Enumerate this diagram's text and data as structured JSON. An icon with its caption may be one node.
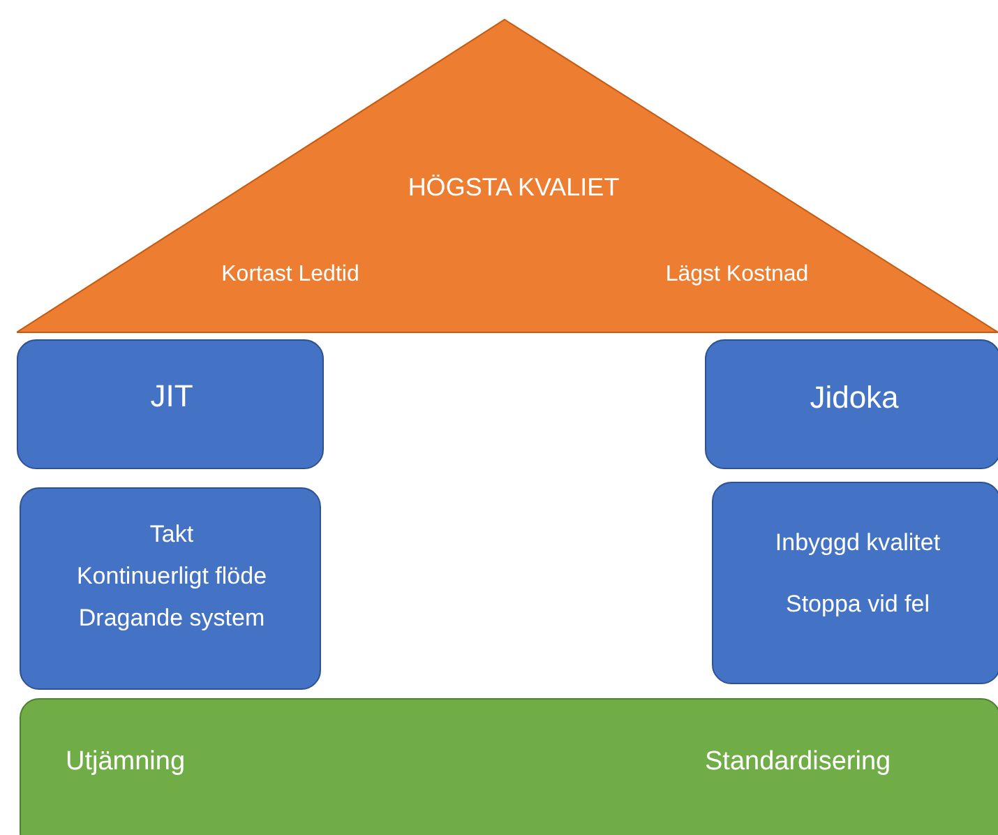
{
  "diagram": {
    "nodes": [
      {
        "text": [
          "HÖGSTA KVALIET",
          "Kortast Ledtid",
          "Lägst Kostnad"
        ]
      },
      {
        "text": [
          "JIT"
        ]
      },
      {
        "text": [
          "Jidoka"
        ]
      },
      {
        "text": [
          "Takt",
          "Kontinuerligt flöde",
          "Dragande system"
        ]
      },
      {
        "text": [
          "Inbyggd kvalitet",
          "Stoppa vid fel"
        ]
      },
      {
        "text": [
          "Utjämning",
          "Standardisering"
        ]
      }
    ]
  }
}
